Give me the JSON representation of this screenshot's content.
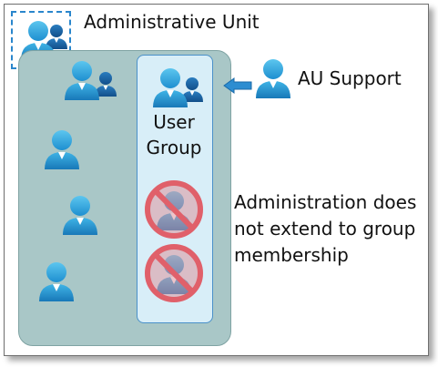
{
  "diagram": {
    "title": "Administrative Unit",
    "support_label": "AU Support",
    "group_label": "User Group",
    "note": "Administration does not extend to group membership",
    "colors": {
      "person": "#29a8e0",
      "person_dark": "#1b7fc0",
      "au_fill": "#a9c7c7",
      "group_fill": "#d8eef8",
      "group_border": "#4a90c9",
      "prohibit": "#e0606a",
      "arrow": "#2d8dd1"
    }
  }
}
